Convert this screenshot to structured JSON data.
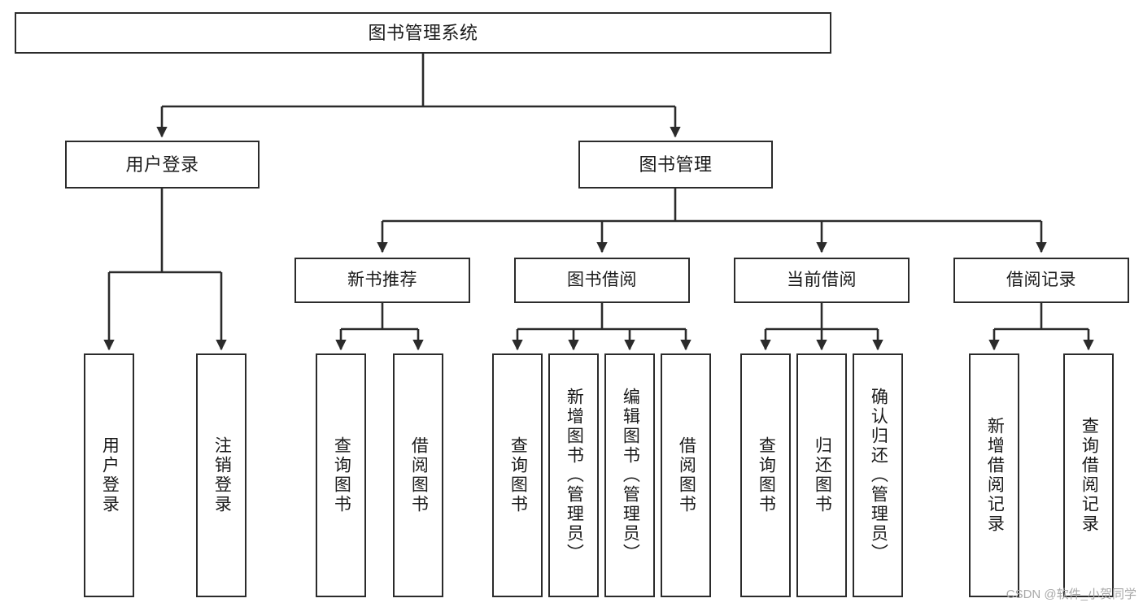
{
  "diagram": {
    "title": "图书管理系统",
    "type": "hierarchy-tree",
    "watermark": "CSDN @软件_小贺同学",
    "colors": {
      "stroke": "#2b2b2b",
      "fill": "#ffffff",
      "text": "#1a1a1a",
      "watermark": "#a8a8a8"
    },
    "nodes": {
      "root": {
        "label": "图书管理系统",
        "level": 1
      },
      "user_login": {
        "label": "用户登录",
        "level": 2
      },
      "book_manage": {
        "label": "图书管理",
        "level": 2
      },
      "new_book_rec": {
        "label": "新书推荐",
        "level": 3
      },
      "book_borrow": {
        "label": "图书借阅",
        "level": 3
      },
      "current_borrow": {
        "label": "当前借阅",
        "level": 3
      },
      "borrow_record": {
        "label": "借阅记录",
        "level": 3
      },
      "leaf_user_login": {
        "label": "用户登录",
        "level": 4
      },
      "leaf_logout": {
        "label": "注销登录",
        "level": 4
      },
      "leaf_query_book_1": {
        "label": "查询图书",
        "level": 4
      },
      "leaf_borrow_book_1": {
        "label": "借阅图书",
        "level": 4
      },
      "leaf_query_book_2": {
        "label": "查询图书",
        "level": 4
      },
      "leaf_add_book": {
        "label": "新增图书（管理员）",
        "level": 4
      },
      "leaf_edit_book": {
        "label": "编辑图书（管理员）",
        "level": 4
      },
      "leaf_borrow_book_2": {
        "label": "借阅图书",
        "level": 4
      },
      "leaf_query_book_3": {
        "label": "查询图书",
        "level": 4
      },
      "leaf_return_book": {
        "label": "归还图书",
        "level": 4
      },
      "leaf_confirm_return": {
        "label": "确认归还（管理员）",
        "level": 4
      },
      "leaf_add_record": {
        "label": "新增借阅记录",
        "level": 4
      },
      "leaf_query_record": {
        "label": "查询借阅记录",
        "level": 4
      }
    }
  }
}
